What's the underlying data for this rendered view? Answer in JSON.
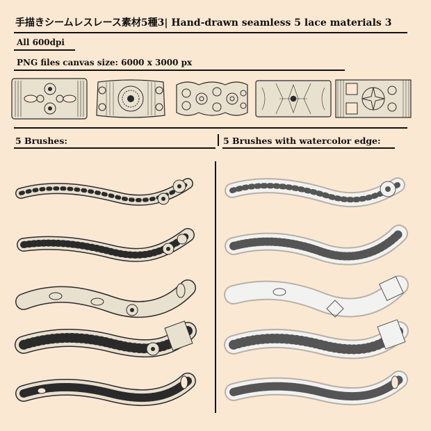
{
  "header": {
    "title": "手描きシームレスレース素材5種3| Hand-drawn seamless 5 lace materials 3",
    "resolution": "All 600dpi",
    "canvas_info": "PNG files canvas size: 6000 x 3000 px"
  },
  "sections": {
    "brushes_label": "5 Brushes:",
    "watercolor_label": "5 Brushes with watercolor edge:"
  },
  "colors": {
    "background": "#fbe8d3",
    "lace_fill": "#e9e1cf",
    "lace_ink": "#2a2a2a",
    "lace_fill_watercolor": "#f2f2f0"
  }
}
